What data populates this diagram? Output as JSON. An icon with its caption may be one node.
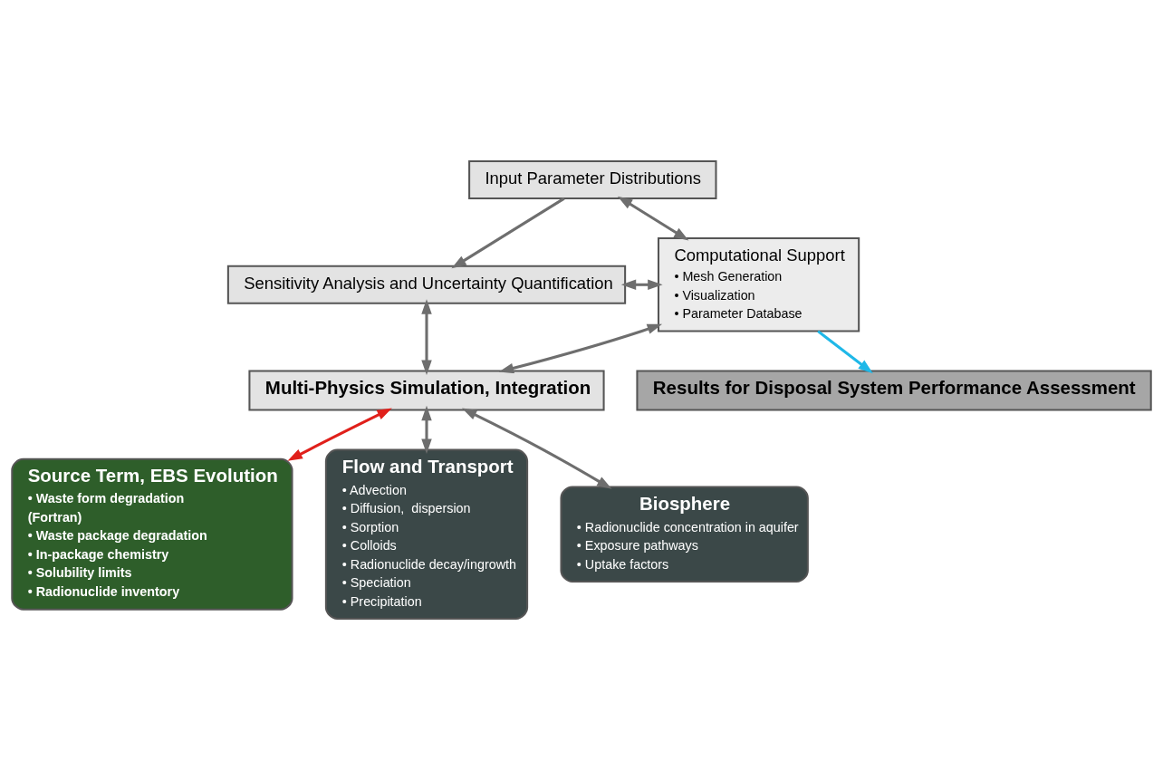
{
  "diagram": {
    "nodes": [
      {
        "text": [
          "Input Parameter Distributions"
        ]
      },
      {
        "text": [
          "Computational Support",
          "• Mesh Generation",
          "• Visualization",
          "• Parameter Database"
        ]
      },
      {
        "text": [
          "Sensitivity Analysis and Uncertainty Quantification"
        ]
      },
      {
        "text": [
          "Multi-Physics Simulation, Integration"
        ]
      },
      {
        "text": [
          "Results for Disposal System Performance Assessment"
        ]
      },
      {
        "text": [
          "Source Term, EBS Evolution",
          "• Waste form degradation",
          "(Fortran)",
          "• Waste package degradation",
          "• In-package chemistry",
          "• Solubility limits",
          "• Radionuclide inventory"
        ]
      },
      {
        "text": [
          "Flow and Transport",
          "• Advection",
          "• Diffusion,  dispersion",
          "• Sorption",
          "• Colloids",
          "• Radionuclide decay/ingrowth",
          "• Speciation",
          "• Precipitation"
        ]
      },
      {
        "text": [
          "Biosphere",
          "• Radionuclide concentration in aquifer",
          "• Exposure pathways",
          "• Uptake factors"
        ]
      }
    ],
    "edges": [
      {
        "from": 0,
        "to": 2,
        "arrow": "to"
      },
      {
        "from": 0,
        "to": 1,
        "arrow": "both"
      },
      {
        "from": 2,
        "to": 1,
        "arrow": "both"
      },
      {
        "from": 2,
        "to": 3,
        "arrow": "both"
      },
      {
        "from": 3,
        "to": 1,
        "arrow": "both"
      },
      {
        "from": 1,
        "to": 4,
        "arrow": "to",
        "color": "#1fb8e8"
      },
      {
        "from": 3,
        "to": 5,
        "arrow": "both",
        "color": "#e0201b"
      },
      {
        "from": 3,
        "to": 6,
        "arrow": "both"
      },
      {
        "from": 3,
        "to": 7,
        "arrow": "both"
      }
    ]
  }
}
